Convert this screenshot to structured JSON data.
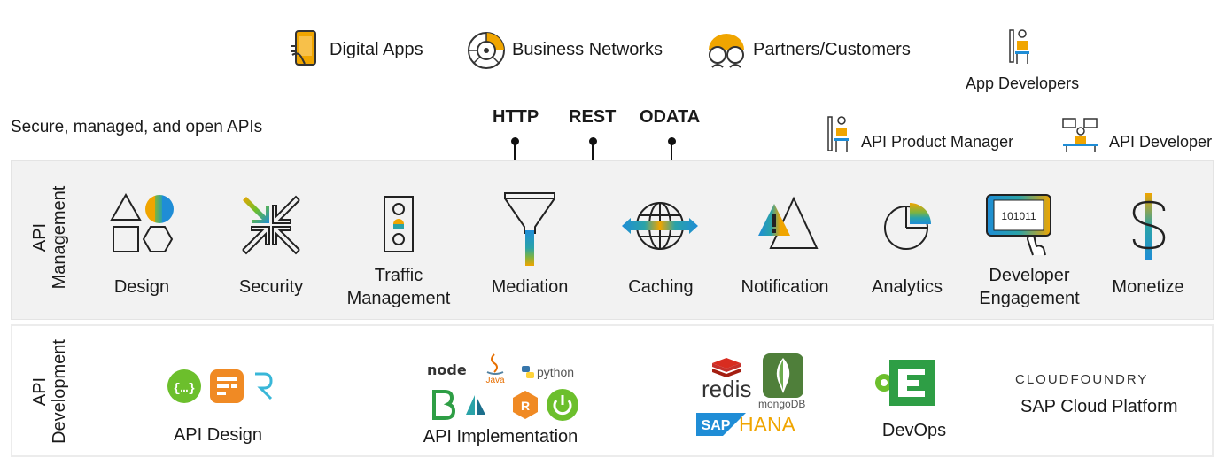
{
  "consumers": {
    "digital_apps": "Digital Apps",
    "business_networks": "Business Networks",
    "partners_customers": "Partners/Customers",
    "app_developers": "App Developers"
  },
  "apis_tagline": "Secure, managed, and open APIs",
  "protocols": [
    "HTTP",
    "REST",
    "ODATA"
  ],
  "roles": {
    "api_product_manager": "API Product Manager",
    "api_developer": "API Developer"
  },
  "management": {
    "title_line1": "API",
    "title_line2": "Management",
    "items": [
      {
        "line1": "Design",
        "line2": ""
      },
      {
        "line1": "Security",
        "line2": ""
      },
      {
        "line1": "Traffic",
        "line2": "Management"
      },
      {
        "line1": "Mediation",
        "line2": ""
      },
      {
        "line1": "Caching",
        "line2": ""
      },
      {
        "line1": "Notification",
        "line2": ""
      },
      {
        "line1": "Analytics",
        "line2": ""
      },
      {
        "line1": "Developer",
        "line2": "Engagement"
      },
      {
        "line1": "Monetize",
        "line2": ""
      }
    ],
    "binary_text": "101011"
  },
  "development": {
    "title_line1": "API",
    "title_line2": "Development",
    "api_design": "API Design",
    "api_implementation": "API Implementation",
    "devops": "DevOps",
    "sap_cloud_platform": "SAP Cloud Platform",
    "cloud_foundry": "CLOUDFOUNDRY",
    "logos": {
      "node": "node",
      "java": "Java",
      "python": "python",
      "redis": "redis",
      "mongodb": "mongoDB",
      "sap": "SAP",
      "hana": "HANA"
    }
  },
  "colors": {
    "orange": "#f0a500",
    "blue": "#1f8dd6",
    "teal": "#2aa3a8",
    "green": "#6cbf2c",
    "gray_band": "#f2f2f2"
  }
}
